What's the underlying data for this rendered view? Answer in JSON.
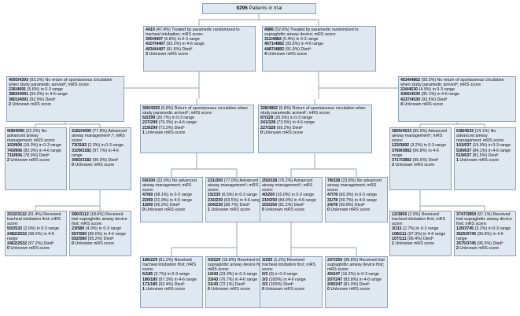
{
  "colors": {
    "box_fill": "#dfe7f1",
    "box_border": "#8ea3bd",
    "connector": "#6f7f92"
  },
  "boxes": {
    "root": {
      "lines": [
        {
          "b": "9296",
          "t": " Patients in trial"
        }
      ]
    },
    "l1_left": {
      "lines": [
        {
          "b": "4410",
          "t": " (47.4%) Treated by paramedic randomized to tracheal intubation; mRS score:"
        },
        {
          "b": "300/4407",
          "t": " (6.8%) in 0-3 range"
        },
        {
          "b": "4107/4407",
          "t": " (93.2%) in 4-6 range"
        },
        {
          "b": "4034/4407",
          "t": " (91.5%) Diedᵃ"
        },
        {
          "b": "3",
          "t": " Unknown mRS score"
        }
      ]
    },
    "l1_right": {
      "lines": [
        {
          "b": "4886",
          "t": " (52.6%) Treated by paramedic randomized to supraglottic airway device; mRS score:"
        },
        {
          "b": "311/4882",
          "t": " (6.4%) in 0-3 range"
        },
        {
          "b": "4571/4882",
          "t": " (93.6%) in 4-6 range"
        },
        {
          "b": "4487/4882",
          "t": " (91.9%) Diedᵃ"
        },
        {
          "b": "4",
          "t": " Unknown mRS score"
        }
      ]
    },
    "l2_a": {
      "lines": [
        {
          "b": "4093/4393",
          "t": " (93.2%) No return of spontaneous circulation when study paramedic arrivedᵇ; mRS score:"
        },
        {
          "b": "236/4091",
          "t": " (5.8%) in 0-3 range"
        },
        {
          "b": "3855/4091",
          "t": " (94.2%) in 4-6 range"
        },
        {
          "b": "3801/4091",
          "t": " (92.9%) Diedᵃ"
        },
        {
          "b": "2",
          "t": " Unknown mRS score"
        }
      ]
    },
    "l2_b": {
      "lines": [
        {
          "b": "300/4393",
          "t": " (6.8%) Return of spontaneous circulation when study paramedic arrivedᵇ; mRS score:"
        },
        {
          "b": "62/299",
          "t": " (20.7%) in 0-3 range"
        },
        {
          "b": "237/299",
          "t": " (79.3%) in 4-6 range"
        },
        {
          "b": "219/299",
          "t": " (73.2%) Diedᵃ"
        },
        {
          "b": "1",
          "t": " Unknown mRS score"
        }
      ]
    },
    "l2_c": {
      "lines": [
        {
          "b": "328/4862",
          "t": " (6.8%) Return of spontaneous circulation when study paramedic arrivedᵇ; mRS score:"
        },
        {
          "b": "87/328",
          "t": " (26.5%) in 0-3 range"
        },
        {
          "b": "241/328",
          "t": " (73.5%) in 4-6 range"
        },
        {
          "b": "227/328",
          "t": " (69.2%) Diedᵃ"
        },
        {
          "b": "0",
          "t": " Unknown mRS score"
        }
      ]
    },
    "l2_d": {
      "lines": [
        {
          "b": "4534/4862",
          "t": " (93.3%) No return of spontaneous circulation when study paramedic arrivedᵇ; mRS score:"
        },
        {
          "b": "224/4530",
          "t": " (4.9%) in 0-3 range"
        },
        {
          "b": "4306/4530",
          "t": " (95.1%) in 4-6 range"
        },
        {
          "b": "4237/4530",
          "t": " (93.5%) Diedᵃ"
        },
        {
          "b": "4",
          "t": " Unknown mRS score"
        }
      ]
    },
    "l3_1": {
      "lines": [
        {
          "b": "908/4090",
          "t": " (22.2%) No advanced airway management; mRS score:"
        },
        {
          "b": "163/906",
          "t": " (18.0%) in 0-3 range"
        },
        {
          "b": "743/906",
          "t": " (82.0%) in 4-6 range"
        },
        {
          "b": "715/906",
          "t": " (78.9%) Diedᵃ"
        },
        {
          "b": "2",
          "t": " Unknown mRS score"
        }
      ]
    },
    "l3_2": {
      "lines": [
        {
          "b": "3182/4090",
          "t": " (77.8%) Advanced airway managementᶜ,ᵈ; mRS score:"
        },
        {
          "b": "73/3182",
          "t": " (2.3%) in 0-3 range"
        },
        {
          "b": "3109/3182",
          "t": " (97.7%) in 4-6 range"
        },
        {
          "b": "3083/3182",
          "t": " (96.9%) Diedᵃ"
        },
        {
          "b": "0",
          "t": " Unknown mRS score"
        }
      ]
    },
    "l3_3": {
      "lines": [
        {
          "b": "69/300",
          "t": " (23.0%) No advanced airway management; mRS score:"
        },
        {
          "b": "47/69",
          "t": " (68.1%) in 0-3 range"
        },
        {
          "b": "22/69",
          "t": " (31.9%) in 4-6 range"
        },
        {
          "b": "15/69",
          "t": " (65.2%) Diedᵃ"
        },
        {
          "b": "0",
          "t": " Unknown mRS score"
        }
      ]
    },
    "l3_4": {
      "lines": [
        {
          "b": "231/300",
          "t": " (77.0%) Advanced airway managementᶜ; mRS score:"
        },
        {
          "b": "15/230",
          "t": " (6.5%) in 0-3 range"
        },
        {
          "b": "215/230",
          "t": " (93.5%) in 4-6 range"
        },
        {
          "b": "204/230",
          "t": " (88.7%) Diedᵃ"
        },
        {
          "b": "1",
          "t": " Unknown mRS score"
        }
      ]
    },
    "l3_5": {
      "lines": [
        {
          "b": "250/328",
          "t": " (76.2%) Advanced airway managementᶜ; mRS score:"
        },
        {
          "b": "40/250",
          "t": " (16.0%) in 0-3 range"
        },
        {
          "b": "210/250",
          "t": " (84.0%) in 4-6 range"
        },
        {
          "b": "203/250",
          "t": " (81.2%) Diedᵃ"
        },
        {
          "b": "0",
          "t": " Unknown mRS score"
        }
      ]
    },
    "l3_6": {
      "lines": [
        {
          "b": "78/328",
          "t": " (23.8%) No advanced airway management; mRS score:"
        },
        {
          "b": "47/78",
          "t": " (60.3%) in 0-3 range"
        },
        {
          "b": "31/78",
          "t": " (39.7%) in 4-6 range"
        },
        {
          "b": "24/78",
          "t": " (30.8%) Diedᵃ"
        },
        {
          "b": "0",
          "t": " Unknown mRS score"
        }
      ]
    },
    "l3_7": {
      "lines": [
        {
          "b": "3895/4533",
          "t": " (85.9%) Advanced airway managementᶜ; mRS score:"
        },
        {
          "b": "123/3892",
          "t": " (3.2%) in 0-3 range"
        },
        {
          "b": "3769/3892",
          "t": " (96.8%) in 4-6 range"
        },
        {
          "b": "3717/3892",
          "t": " (95.5%) Diedᵃ"
        },
        {
          "b": "3",
          "t": " Unknown mRS score"
        }
      ]
    },
    "l3_8": {
      "lines": [
        {
          "b": "638/4533",
          "t": " (14.1%) No advanced airway management; mRS score:"
        },
        {
          "b": "101/637",
          "t": " (15.9%) in 0-3 range"
        },
        {
          "b": "536/637",
          "t": " (84.1%) in 4-6 range"
        },
        {
          "b": "519/637",
          "t": " (81.5%) Diedᵃ"
        },
        {
          "b": "1",
          "t": " Unknown mRS score"
        }
      ]
    },
    "l4_1": {
      "lines": [
        {
          "b": "2532/3112",
          "t": " (81.4%) Received tracheal intubation first; mRS score:"
        },
        {
          "b": "50/2532",
          "t": " (2.0%) in 0-3 range"
        },
        {
          "b": "2482/2532",
          "t": " (98.0%) in 4-6 range"
        },
        {
          "b": "2462/2532",
          "t": " (97.2%) Diedᵃ"
        },
        {
          "b": "0",
          "t": " Unknown mRS score"
        }
      ]
    },
    "l4_2": {
      "lines": [
        {
          "b": "580/3112",
          "t": " (18.6%) Received trial supraglottic airway device first; mRS score:"
        },
        {
          "b": "23/580",
          "t": " (4.0%) in 0-3 range"
        },
        {
          "b": "557/580",
          "t": " (96.0%) in 4-6 range"
        },
        {
          "b": "552/580",
          "t": " (95.2%) Diedᵃ"
        },
        {
          "b": "0",
          "t": " Unknown mRS score"
        }
      ]
    },
    "l4_3": {
      "lines": [
        {
          "b": "12/3859",
          "t": " (2.9%) Received tracheal intubation first; mRS score:"
        },
        {
          "b": "3/111",
          "t": " (2.7%) in 0-3 range"
        },
        {
          "b": "108/111",
          "t": " (97.3%) in 4-6 range"
        },
        {
          "b": "107/111",
          "t": " (96.4%) Diedᵃ"
        },
        {
          "b": "1",
          "t": " Unknown mRS score"
        }
      ]
    },
    "l4_4": {
      "lines": [
        {
          "b": "3747/3859",
          "t": " (97.1%) Received trial supraglottic airway device first; mRS score:"
        },
        {
          "b": "120/3745",
          "t": " (3.2%) in 0-3 range"
        },
        {
          "b": "3625/3745",
          "t": " (96.8%) in 4-6 range"
        },
        {
          "b": "3575/3745",
          "t": " (95.5%) Diedᵃ"
        },
        {
          "b": "2",
          "t": " Unknown mRS score"
        }
      ]
    },
    "l5_1": {
      "lines": [
        {
          "b": "186/229",
          "t": " (81.2%) Received tracheal intubation first; mRS score:"
        },
        {
          "b": "5/185",
          "t": " (2.7%) in 0-3 range"
        },
        {
          "b": "180/185",
          "t": " (97.3%) in 4-6 range"
        },
        {
          "b": "171/185",
          "t": " (92.4%) Diedᵃ"
        },
        {
          "b": "1",
          "t": " Unknown mRS score"
        }
      ]
    },
    "l5_2": {
      "lines": [
        {
          "b": "43/229",
          "t": " (18.8%) Received trial supraglottic airway device first; mRS score:"
        },
        {
          "b": "10/43",
          "t": " (23.3%) in 0-3 range"
        },
        {
          "b": "33/43",
          "t": " (76.7%) in 4-6 range"
        },
        {
          "b": "31/43",
          "t": " (72.1%) Diedᵃ"
        },
        {
          "b": "0",
          "t": " Unknown mRS score"
        }
      ]
    },
    "l5_3": {
      "lines": [
        {
          "b": "3/250",
          "t": " (1.2%) Received tracheal intubation first; mRS score:"
        },
        {
          "b": "0/3",
          "t": " (0) in 0-3 range"
        },
        {
          "b": "3/3",
          "t": " (100%) in 4-6 range"
        },
        {
          "b": "3/3",
          "t": " (100%) Diedᵃ"
        },
        {
          "b": "0",
          "t": " Unknown mRS score"
        }
      ]
    },
    "l5_4": {
      "lines": [
        {
          "b": "247/250",
          "t": " (98.8%) Received trial supraglottic airway device first; mRS score:"
        },
        {
          "b": "40/247",
          "t": " (16.2%) in 0-3 range"
        },
        {
          "b": "207/247",
          "t": " (83.8%) in 4-6 range"
        },
        {
          "b": "200/247",
          "t": " (81.0%) Diedᵃ"
        },
        {
          "b": "0",
          "t": " Unknown mRS score"
        }
      ]
    }
  }
}
